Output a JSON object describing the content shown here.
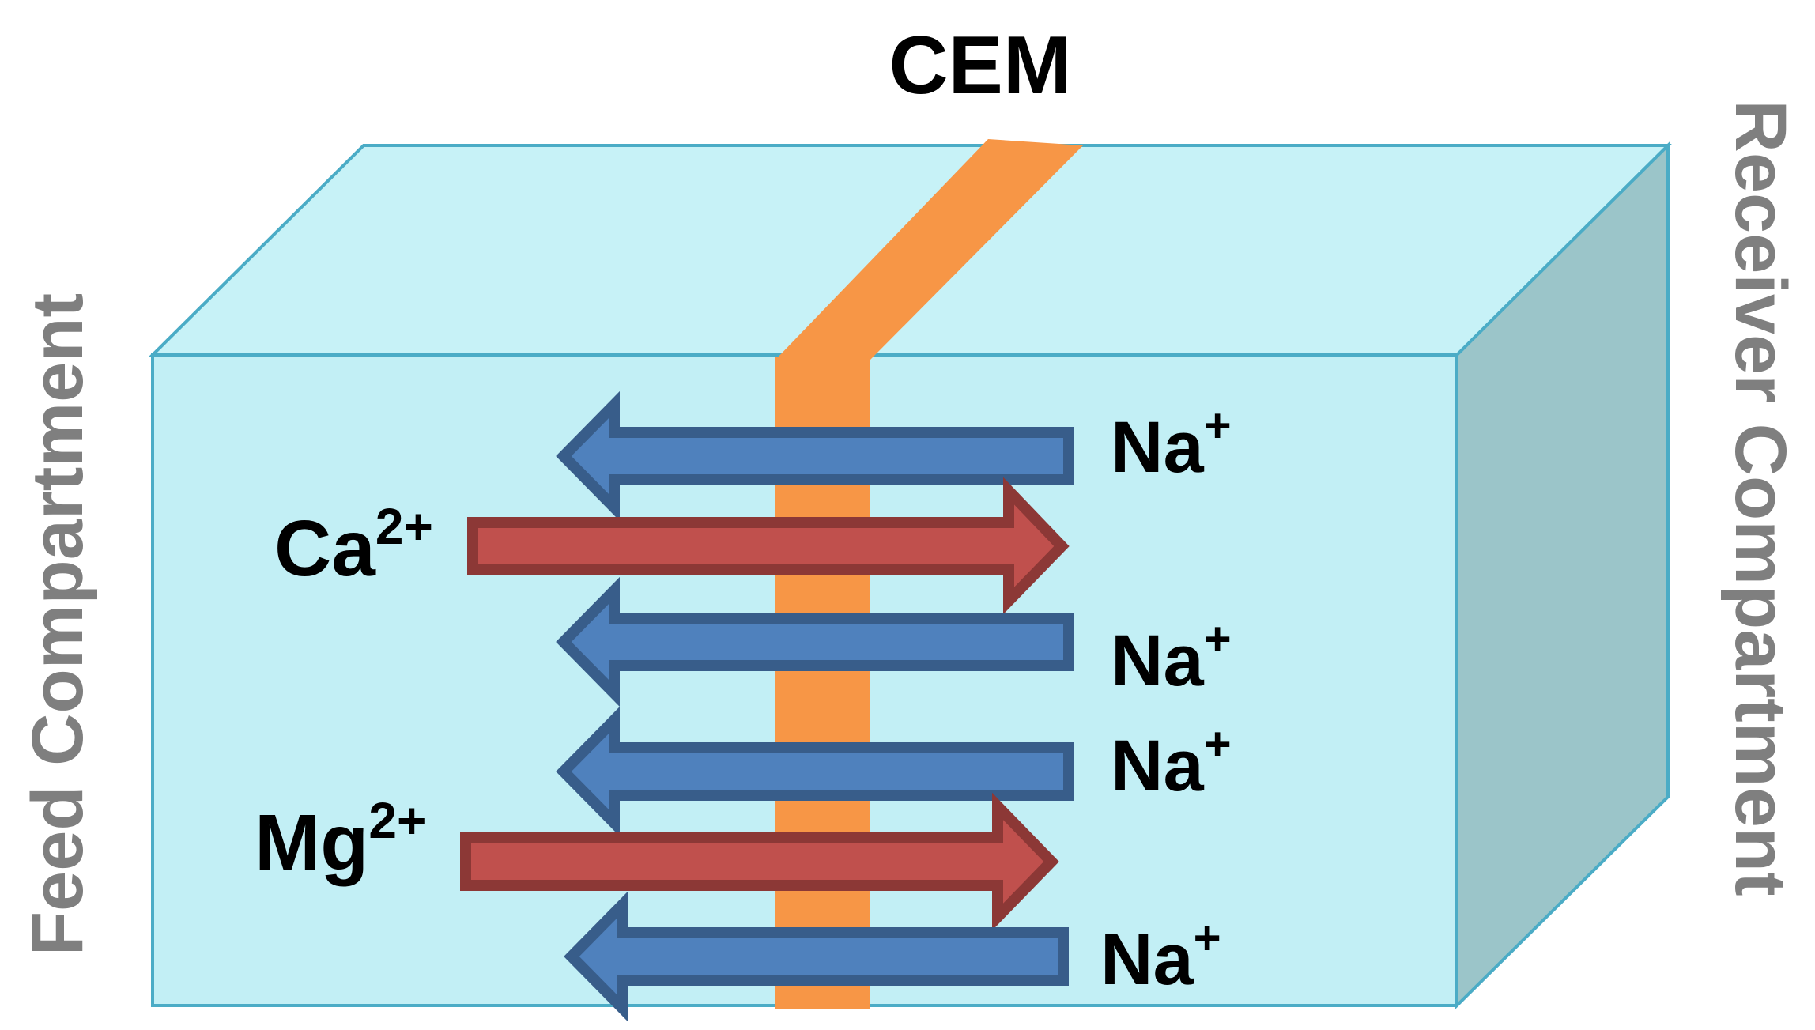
{
  "title": "CEM",
  "left_compartment": "Feed Compartment",
  "right_compartment": "Receiver Compartment",
  "ions": {
    "na1": {
      "base": "Na",
      "sup": "+"
    },
    "ca": {
      "base": "Ca",
      "sup": "2+"
    },
    "na2": {
      "base": "Na",
      "sup": "+"
    },
    "na3": {
      "base": "Na",
      "sup": "+"
    },
    "mg": {
      "base": "Mg",
      "sup": "2+"
    },
    "na4": {
      "base": "Na",
      "sup": "+"
    }
  },
  "colors": {
    "box_front": "#c2eff5",
    "box_top": "#c7f2f7",
    "box_side": "#9bc5c9",
    "box_edge": "#4bacc6",
    "membrane": "#f79646",
    "na_arrow_fill": "#4f81bd",
    "na_arrow_stroke": "#385d8a",
    "multivalent_arrow_fill": "#c0504d",
    "multivalent_arrow_stroke": "#8c3836",
    "side_label": "#7f7f7f"
  }
}
